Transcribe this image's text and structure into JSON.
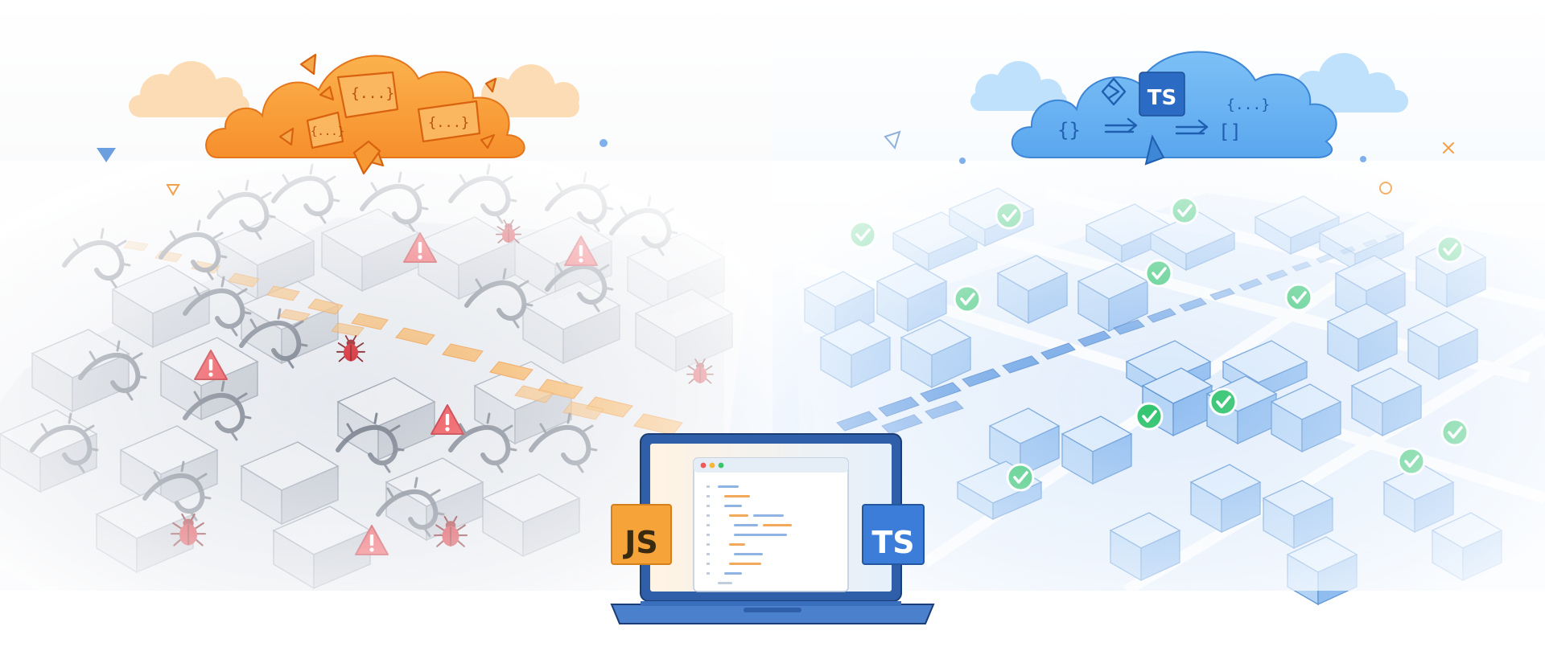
{
  "badges": {
    "js": "JS",
    "ts": "TS",
    "cloud_ts": "TS"
  },
  "cloud_left_glyphs": [
    "{...}",
    "{...}",
    "{...}"
  ],
  "cloud_right_glyphs": [
    "{...}",
    "{}",
    "[]"
  ],
  "colors": {
    "js_orange": "#f6a43a",
    "ts_blue": "#3b7dd8",
    "warning_red": "#e9414a",
    "check_green": "#2cc36b",
    "maze_gray": "#c4c9d2",
    "city_blue": "#8fbdf0"
  },
  "icons": [
    "warning-triangle-icon",
    "bug-icon",
    "check-circle-icon",
    "laptop-icon",
    "cloud-icon",
    "thorn-vine-icon"
  ]
}
